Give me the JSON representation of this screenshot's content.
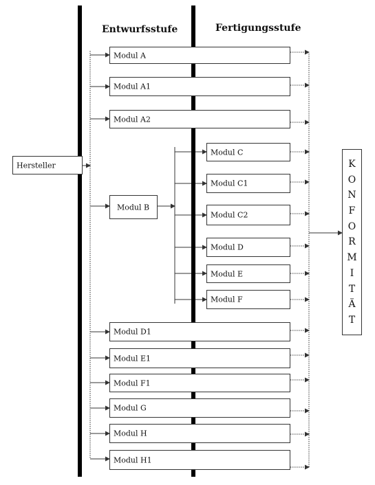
{
  "headers": {
    "design_stage": "Entwurfsstufe",
    "production_stage": "Fertigungsstufe"
  },
  "manufacturer": "Hersteller",
  "modules": {
    "A": "Modul A",
    "A1": "Modul A1",
    "A2": "Modul A2",
    "B": "Modul B",
    "C": "Modul C",
    "C1": "Modul C1",
    "C2": "Modul C2",
    "D": "Modul D",
    "E": "Modul E",
    "F": "Modul F",
    "D1": "Modul D1",
    "E1": "Modul E1",
    "F1": "Modul F1",
    "G": "Modul G",
    "H": "Modul H",
    "H1": "Modul H1"
  },
  "conformity_letters": [
    "K",
    "O",
    "N",
    "F",
    "O",
    "R",
    "M",
    "I",
    "T",
    "Ä",
    "T"
  ],
  "colors": {
    "line": "#333333",
    "divider": "#000000"
  }
}
